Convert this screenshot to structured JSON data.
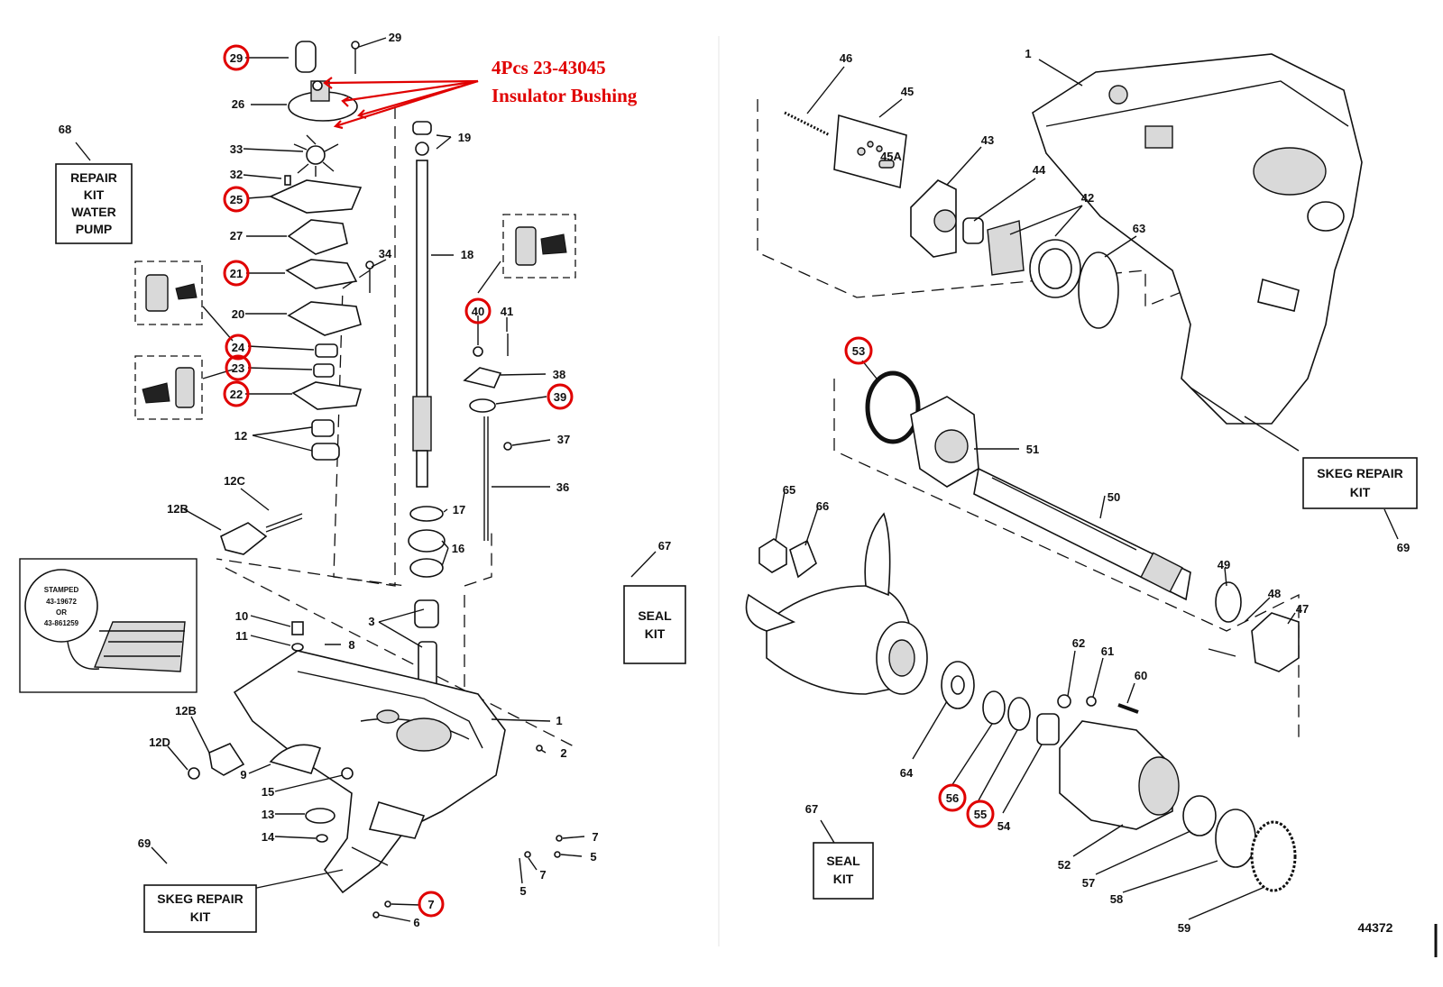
{
  "annotation": {
    "line1": "4Pcs 23-43045",
    "line2": "Insulator Bushing"
  },
  "boxes": {
    "water_pump_kit": [
      "REPAIR",
      "KIT",
      "WATER",
      "PUMP"
    ],
    "seal_kit_left": [
      "SEAL",
      "KIT"
    ],
    "seal_kit_right": [
      "SEAL",
      "KIT"
    ],
    "skeg_kit_left": [
      "SKEG REPAIR",
      "KIT"
    ],
    "skeg_kit_right": [
      "SKEG REPAIR",
      "KIT"
    ]
  },
  "stamped_box": [
    "STAMPED",
    "43-19672",
    "OR",
    "43-861259"
  ],
  "figure_number": "44372",
  "part_numbers_left": [
    "29",
    "29",
    "26",
    "68",
    "19",
    "33",
    "32",
    "25",
    "27",
    "18",
    "34",
    "21",
    "40",
    "41",
    "20",
    "24",
    "23",
    "38",
    "22",
    "39",
    "12",
    "37",
    "12C",
    "36",
    "12B",
    "17",
    "16",
    "67",
    "10",
    "3",
    "11",
    "8",
    "1",
    "12B",
    "2",
    "12D",
    "9",
    "15",
    "13",
    "7",
    "14",
    "5",
    "69",
    "7",
    "5",
    "7",
    "6"
  ],
  "part_numbers_right": [
    "46",
    "1",
    "45",
    "43",
    "45A",
    "44",
    "42",
    "63",
    "53",
    "51",
    "65",
    "66",
    "50",
    "49",
    "48",
    "47",
    "62",
    "61",
    "60",
    "64",
    "56",
    "55",
    "54",
    "67",
    "69",
    "52",
    "57",
    "58",
    "59"
  ],
  "highlighted_parts": [
    "29",
    "25",
    "21",
    "24",
    "23",
    "22",
    "40",
    "39",
    "7",
    "53",
    "56",
    "55"
  ],
  "colors": {
    "highlight": "#e00000",
    "ink": "#111111",
    "background": "#ffffff"
  }
}
